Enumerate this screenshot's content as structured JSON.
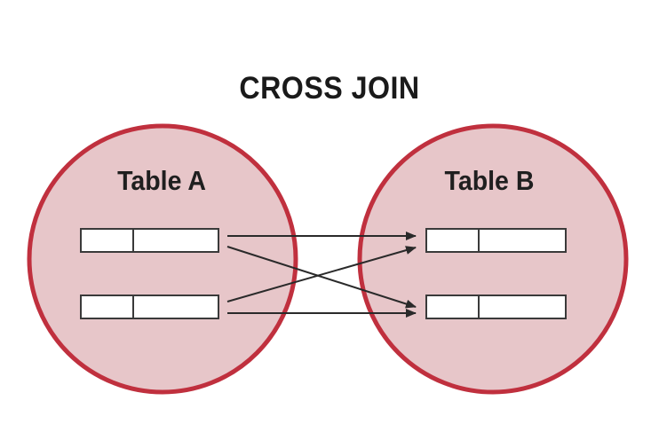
{
  "diagram": {
    "title": "CROSS JOIN",
    "tables": [
      {
        "label": "Table A"
      },
      {
        "label": "Table B"
      }
    ],
    "colors": {
      "circle_fill": "#e7c6c9",
      "circle_stroke": "#c0303e",
      "row_fill": "#ffffff",
      "row_stroke": "#3a3a3a",
      "arrow": "#2a2a2a",
      "text": "#1a1a1a"
    }
  }
}
